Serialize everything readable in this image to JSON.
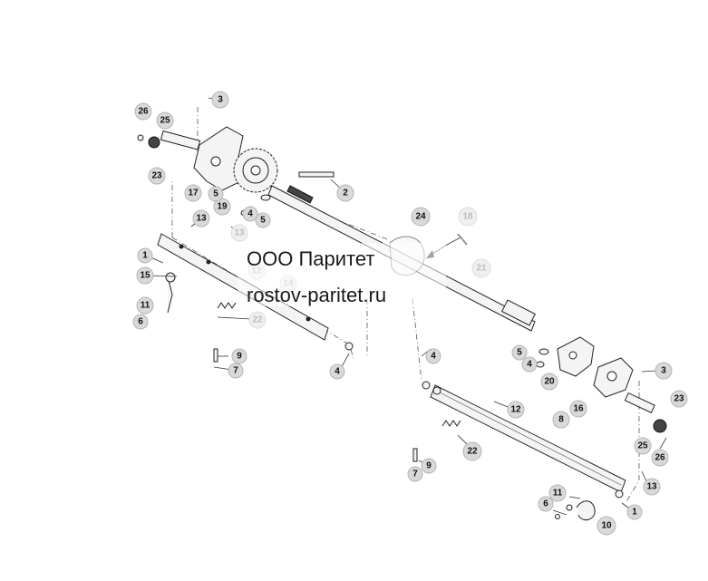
{
  "watermark": {
    "company": "ООО Паритет",
    "site": "rostov-paritet.ru"
  },
  "callouts": {
    "c26a": "26",
    "c25a": "25",
    "c23a": "23",
    "c3a": "3",
    "c17": "17",
    "c19": "19",
    "c5a": "5",
    "c2": "2",
    "c4a": "4",
    "c5b": "5",
    "c13a": "13",
    "c13b": "13",
    "c1a": "1",
    "c15": "15",
    "c11a": "11",
    "c6a": "6",
    "c12a": "12",
    "c14": "14",
    "c22a": "22",
    "c9a": "9",
    "c7a": "7",
    "c4b": "4",
    "c24": "24",
    "c18": "18",
    "c21": "21",
    "c5c": "5",
    "c4c": "4",
    "c20": "20",
    "c3b": "3",
    "c16": "16",
    "c23b": "23",
    "c4d": "4",
    "c12b": "12",
    "c8": "8",
    "c25b": "25",
    "c26b": "26",
    "c22b": "22",
    "c9b": "9",
    "c7b": "7",
    "c13c": "13",
    "c11b": "11",
    "c6b": "6",
    "c10": "10",
    "c1b": "1"
  }
}
